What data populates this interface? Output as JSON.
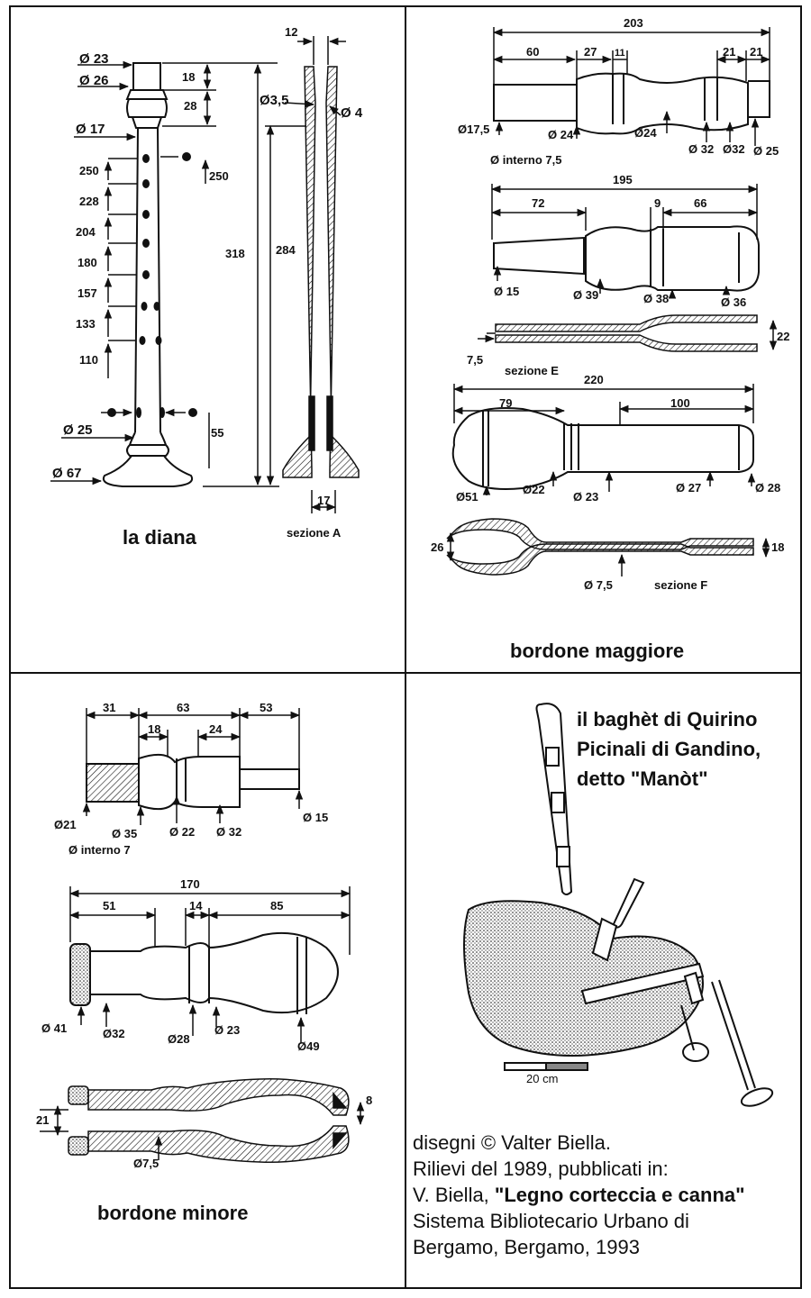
{
  "panels": {
    "diana": {
      "title": "la diana",
      "section_label": "sezione A",
      "dims": {
        "d23": "Ø 23",
        "d26": "Ø 26",
        "d17": "Ø  17",
        "d25": "Ø  25",
        "d67": "Ø 67",
        "l18": "18",
        "l28": "28",
        "h250a": "250",
        "h250b": "250",
        "h228": "228",
        "h204": "204",
        "h180": "180",
        "h157": "157",
        "h133": "133",
        "h110": "110",
        "h55": "55",
        "h318": "318",
        "h284": "284",
        "w12": "12",
        "d3_5": "Ø3,5",
        "d4": "Ø 4",
        "w17": "17"
      }
    },
    "maggiore": {
      "title": "bordone maggiore",
      "section_e": "sezione E",
      "section_f": "sezione  F",
      "dims": {
        "t203": "203",
        "a60": "60",
        "a27": "27",
        "a11": "11",
        "a21a": "21",
        "a21b": "21",
        "d17_5": "Ø17,5",
        "d24a": "Ø 24",
        "d24b": "Ø24",
        "d32a": "Ø 32",
        "d32b": "Ø32",
        "d25": "Ø 25",
        "interno": "Ø  interno  7,5",
        "t195": "195",
        "b72": "72",
        "b9": "9",
        "b66": "66",
        "d15": "Ø  15",
        "d39": "Ø 39",
        "d38": "Ø 38",
        "d36": "Ø 36",
        "e22": "22",
        "e7_5": "7,5",
        "t220": "220",
        "c79": "79",
        "c100": "100",
        "d51": "Ø51",
        "d22": "Ø22",
        "d23": "Ø 23",
        "d27": "Ø 27",
        "d28": "Ø 28",
        "f26": "26",
        "f18": "18",
        "f7_5": "Ø 7,5"
      }
    },
    "minore": {
      "title": "bordone minore",
      "dims": {
        "a31": "31",
        "a63": "63",
        "a53": "53",
        "a18": "18",
        "a24": "24",
        "d21": "Ø21",
        "d35": "Ø 35",
        "d22": "Ø 22",
        "d32": "Ø 32",
        "d15": "Ø 15",
        "interno": "Ø   interno  7",
        "t170": "170",
        "b51": "51",
        "b14": "14",
        "b85": "85",
        "d41": "Ø 41",
        "d32b": "Ø32",
        "d28": "Ø28",
        "d23": "Ø 23",
        "d49": "Ø49",
        "s21": "21",
        "s8": "8",
        "s7_5": "Ø7,5"
      }
    },
    "bagpipe": {
      "caption_lines": [
        "il baghèt di Quirino",
        "Picinali di Gandino,",
        "detto \"Manòt\""
      ],
      "scale_label": "20  cm",
      "credits": {
        "line1": "disegni © Valter Biella.",
        "line2": "Rilievi del 1989, pubblicati in:",
        "line3_prefix": "V. Biella, ",
        "line3_bold": "\"Legno corteccia e canna\"",
        "line4": "Sistema Bibliotecario Urbano di",
        "line5": "Bergamo, Bergamo, 1993"
      }
    }
  }
}
